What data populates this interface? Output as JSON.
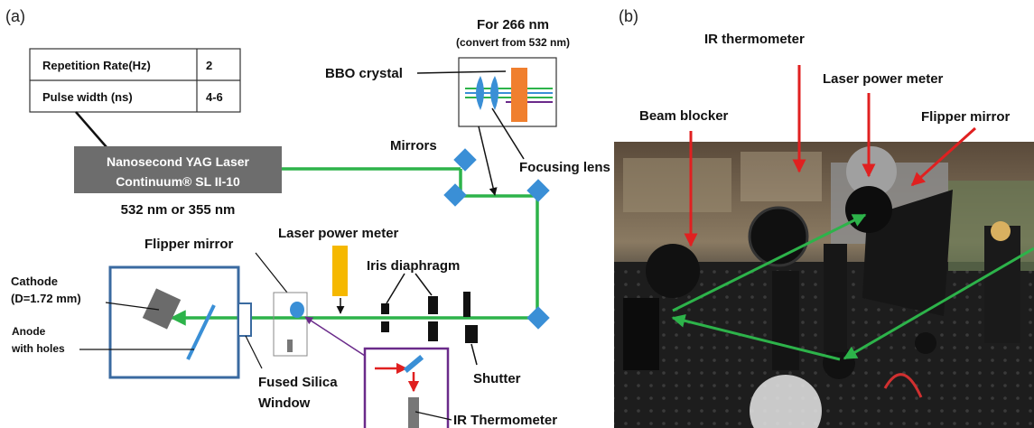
{
  "panel_a": {
    "label": "(a)",
    "table": {
      "rows": [
        {
          "name": "Repetition Rate(Hz)",
          "value": "2"
        },
        {
          "name": "Pulse width (ns)",
          "value": "4-6"
        }
      ]
    },
    "laser": {
      "line1": "Nanosecond YAG Laser",
      "line2": "Continuum® SL II-10",
      "wavelength": "532 nm or 355 nm"
    },
    "conversion": {
      "title": "For 266 nm",
      "subtitle": "(convert from 532 nm)"
    },
    "labels": {
      "bbo": "BBO crystal",
      "mirrors": "Mirrors",
      "focusing_lens": "Focusing lens",
      "laser_power_meter": "Laser power meter",
      "flipper_mirror": "Flipper mirror",
      "iris": "Iris diaphragm",
      "cathode_line1": "Cathode",
      "cathode_line2": "(D=1.72 mm)",
      "anode_line1": "Anode",
      "anode_line2": "with holes",
      "fused_line1": "Fused Silica",
      "fused_line2": "Window",
      "shutter": "Shutter",
      "ir_thermometer": "IR Thermometer"
    },
    "colors": {
      "beam": "#2db34a",
      "mirror": "#3a8fd6",
      "laser_box": "#6d6d6d",
      "chamber": "#3a6aa0",
      "crystal": "#f07f2e",
      "power_meter": "#f5b800",
      "ir_box": "#6a2a8a",
      "arrow_red": "#e02020"
    }
  },
  "panel_b": {
    "label": "(b)",
    "labels": {
      "ir_thermometer": "IR thermometer",
      "laser_power_meter": "Laser power meter",
      "beam_blocker": "Beam blocker",
      "flipper_mirror": "Flipper mirror"
    },
    "colors": {
      "callout_arrow": "#e02020",
      "beam_path": "#2db34a"
    }
  }
}
